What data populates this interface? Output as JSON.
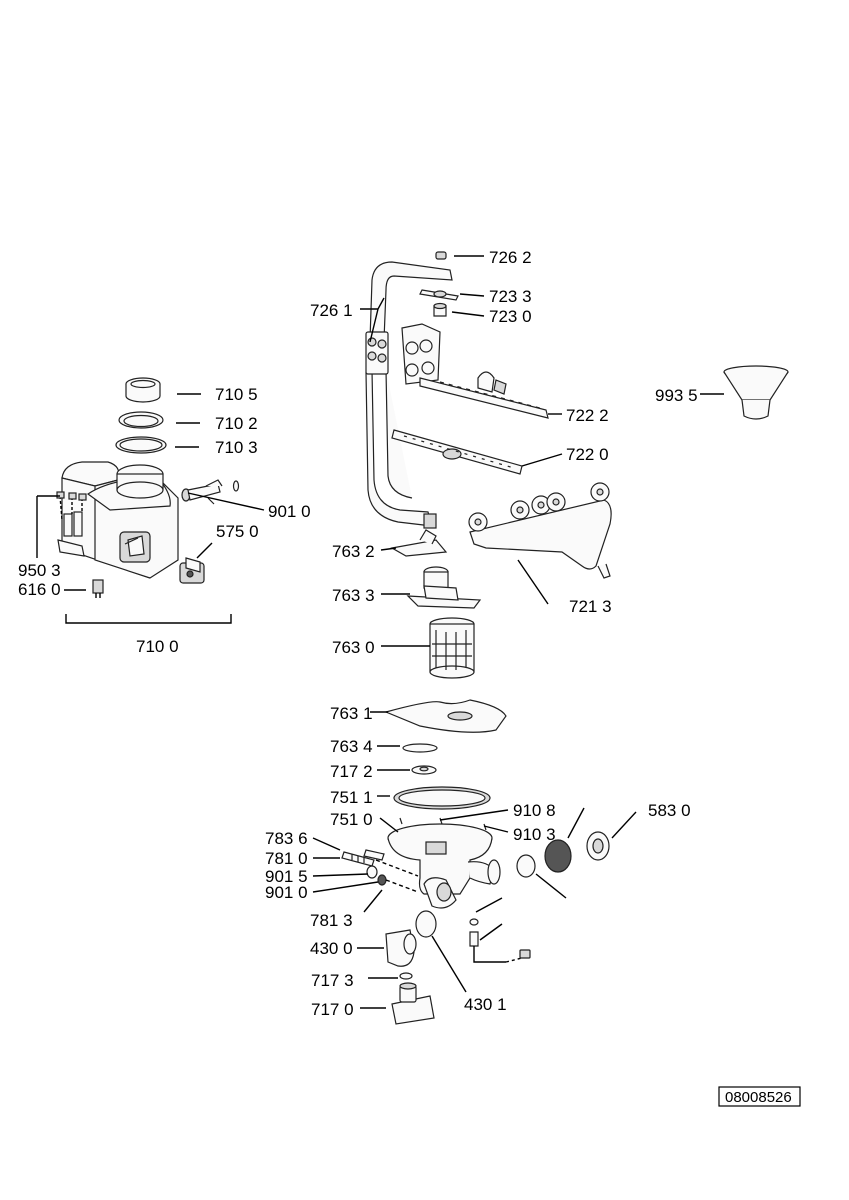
{
  "diagram": {
    "doc_number": "08008526",
    "labels": {
      "l7262": "726 2",
      "l7261": "726 1",
      "l7233": "723 3",
      "l7230": "723 0",
      "l7222": "722 2",
      "l7220": "722 0",
      "l7213": "721 3",
      "l9935": "993 5",
      "l7105": "710 5",
      "l7102": "710 2",
      "l7103": "710 3",
      "l9010a": "901 0",
      "l5750": "575 0",
      "l9503": "950 3",
      "l6160": "616 0",
      "l7100": "710 0",
      "l7632": "763 2",
      "l7633": "763 3",
      "l7630": "763 0",
      "l7631": "763 1",
      "l7634": "763 4",
      "l7172": "717 2",
      "l7511": "751 1",
      "l7510": "751 0",
      "l9108": "910 8",
      "l9103": "910 3",
      "l5830": "583 0",
      "l7836": "783 6",
      "l7810": "781 0",
      "l9015": "901 5",
      "l9010b": "901 0",
      "l7813": "781 3",
      "l4300": "430 0",
      "l4301": "430 1",
      "l7173": "717 3",
      "l7170": "717 0"
    }
  }
}
